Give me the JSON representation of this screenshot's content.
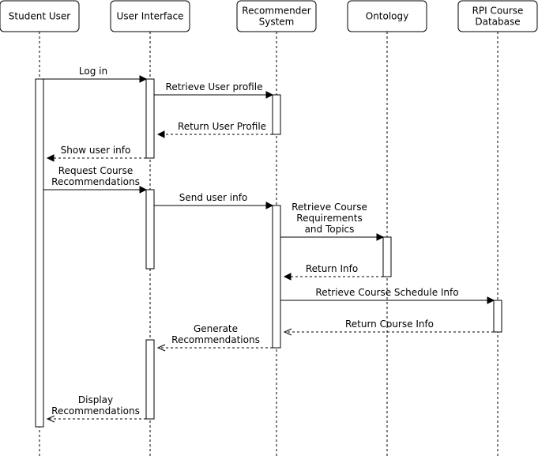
{
  "participants": [
    {
      "id": "student",
      "lines": [
        "Student User"
      ]
    },
    {
      "id": "ui",
      "lines": [
        "User Interface"
      ]
    },
    {
      "id": "recsys",
      "lines": [
        "Recommender",
        "System"
      ]
    },
    {
      "id": "ontology",
      "lines": [
        "Ontology"
      ]
    },
    {
      "id": "db",
      "lines": [
        "RPI Course",
        "Database"
      ]
    }
  ],
  "messages": [
    {
      "id": "login",
      "from": "student",
      "to": "ui",
      "kind": "call",
      "lines": [
        "Log in"
      ]
    },
    {
      "id": "retrieve-profile",
      "from": "ui",
      "to": "recsys",
      "kind": "call",
      "lines": [
        "Retrieve User profile"
      ]
    },
    {
      "id": "return-profile",
      "from": "recsys",
      "to": "ui",
      "kind": "return",
      "lines": [
        "Return User Profile"
      ]
    },
    {
      "id": "show-info",
      "from": "ui",
      "to": "student",
      "kind": "return",
      "lines": [
        "Show user info"
      ]
    },
    {
      "id": "request-recs",
      "from": "student",
      "to": "ui",
      "kind": "call",
      "lines": [
        "Request Course",
        "Recommendations"
      ]
    },
    {
      "id": "send-info",
      "from": "ui",
      "to": "recsys",
      "kind": "call",
      "lines": [
        "Send user info"
      ]
    },
    {
      "id": "retrieve-reqs",
      "from": "recsys",
      "to": "ontology",
      "kind": "call",
      "lines": [
        "Retrieve Course",
        "Requirements",
        "and Topics"
      ]
    },
    {
      "id": "return-info",
      "from": "ontology",
      "to": "recsys",
      "kind": "return",
      "lines": [
        "Return Info"
      ]
    },
    {
      "id": "retrieve-schedule",
      "from": "recsys",
      "to": "db",
      "kind": "call",
      "lines": [
        "Retrieve Course Schedule Info"
      ]
    },
    {
      "id": "return-course-info",
      "from": "db",
      "to": "recsys",
      "kind": "async-return",
      "lines": [
        "Return Course Info"
      ]
    },
    {
      "id": "generate-recs",
      "from": "recsys",
      "to": "ui",
      "kind": "async-return",
      "lines": [
        "Generate",
        "Recommendations"
      ]
    },
    {
      "id": "display-recs",
      "from": "ui",
      "to": "student",
      "kind": "async-return",
      "lines": [
        "Display",
        "Recommendations"
      ]
    }
  ]
}
